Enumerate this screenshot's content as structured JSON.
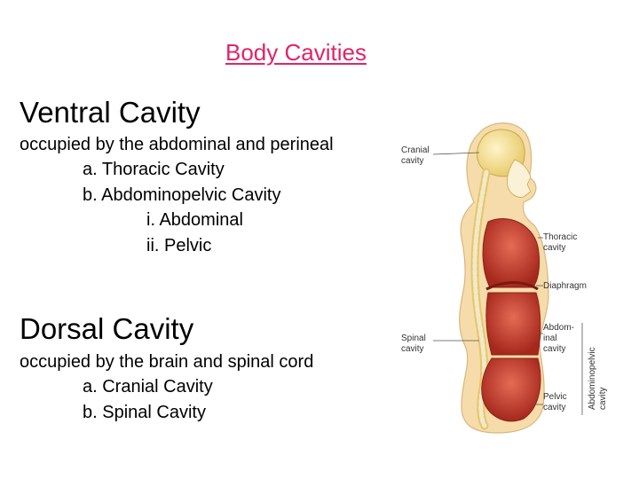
{
  "title": "Body Cavities",
  "ventral": {
    "heading": "Ventral Cavity",
    "desc": "occupied by the abdominal and perineal",
    "items": [
      "a. Thoracic Cavity",
      "b. Abdominopelvic Cavity",
      "i.  Abdominal",
      "ii. Pelvic"
    ]
  },
  "dorsal": {
    "heading": "Dorsal Cavity",
    "desc": "occupied by the brain and spinal cord",
    "items": [
      "a. Cranial Cavity",
      "b. Spinal Cavity"
    ]
  },
  "figure": {
    "labels": {
      "cranial": [
        "Cranial",
        "cavity"
      ],
      "spinal": [
        "Spinal",
        "cavity"
      ],
      "thoracic": [
        "Thoracic",
        "cavity"
      ],
      "diaphragm": "Diaphragm",
      "abdominal": [
        "Abdom-",
        "inal",
        "cavity"
      ],
      "pelvic": [
        "Pelvic",
        "cavity"
      ],
      "abdominopelvic": [
        "Abdominopelvic",
        "cavity"
      ]
    },
    "colors": {
      "skin": "#f6dcaa",
      "organ": "#c0392b",
      "bone": "#efe9c8"
    }
  }
}
